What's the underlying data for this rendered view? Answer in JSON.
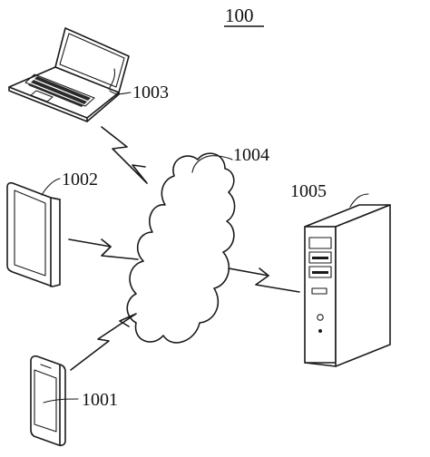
{
  "figure": {
    "system_label": "100",
    "devices": [
      {
        "ref": "1001",
        "icon": "smartphone-icon"
      },
      {
        "ref": "1002",
        "icon": "tablet-icon"
      },
      {
        "ref": "1003",
        "icon": "laptop-icon"
      },
      {
        "ref": "1004",
        "icon": "cloud-network-icon"
      },
      {
        "ref": "1005",
        "icon": "server-tower-icon"
      }
    ]
  }
}
